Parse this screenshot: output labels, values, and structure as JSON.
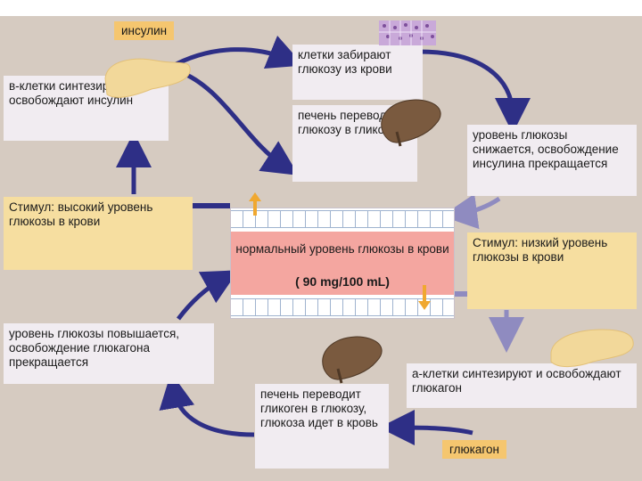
{
  "labels": {
    "insulin": "инсулин",
    "glucagon": "глюкагон"
  },
  "boxes": {
    "beta_cells": "в-клетки синтезируют и освобождают инсулин",
    "cells_take": "клетки забирают глюкозу из крови",
    "liver_glycogen": "печень переводит глюкозу в гликоген",
    "glucose_drops": "уровень глюкозы снижается, освобождение инсулина прекращается",
    "stimulus_high": "Стимул: высокий уровень глюкозы в крови",
    "stimulus_low": "Стимул: низкий уровень глюкозы в крови",
    "glucose_rises": "уровень глюкозы повышается, освобождение глюкагона прекращается",
    "alpha_cells": "а-клетки синтезируют и освобождают глюкагон",
    "liver_glucose": "печень переводит гликоген в глюкозу, глюкоза идет в кровь"
  },
  "center": {
    "text": "нормальный уровень глюкозы в крови",
    "value": "( 90 mg/100 mL)"
  },
  "colors": {
    "arrow_dark": "#2e2f86",
    "arrow_light": "#8f8bc0",
    "tag": "#f5c66f",
    "stimulus": "#f6dea0",
    "normal_band": "#f4a6a0",
    "up_down_arrows": "#f0a830"
  },
  "icons": [
    "pancreas-icon",
    "liver-icon",
    "cells-icon"
  ]
}
